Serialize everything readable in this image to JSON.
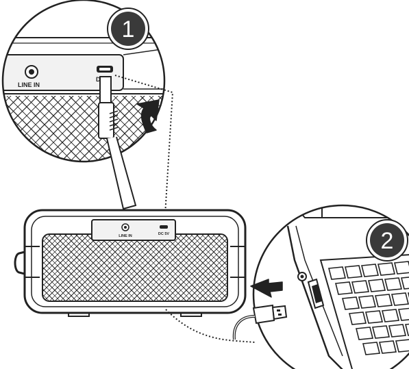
{
  "step_badges": [
    "1",
    "2"
  ],
  "zoom_panel": {
    "line_in_label": "LINE IN",
    "dc_label": "DC"
  },
  "speaker": {
    "line_in_label": "LINE IN",
    "dc_label": "DC 5V"
  },
  "colors": {
    "ink": "#222222",
    "badge_fill": "#3a3a3a",
    "panel_fill": "#f2f2f2",
    "key_fill": "#ffffff"
  }
}
